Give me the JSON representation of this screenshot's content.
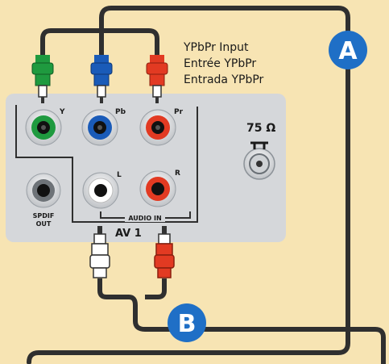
{
  "input_title": {
    "line1": "YPbPr Input",
    "line2": "Entrée YPbPr",
    "line3": "Entrada YPbPr"
  },
  "callouts": {
    "a": "A",
    "b": "B"
  },
  "jacks": {
    "y": "Y",
    "pb": "Pb",
    "pr": "Pr",
    "l": "L",
    "r": "R",
    "spdif_line1": "SPDIF",
    "spdif_line2": "OUT",
    "audio_in": "AUDIO IN",
    "av1": "AV 1",
    "antenna": "75 Ω"
  },
  "colors": {
    "background": "#f7e4b3",
    "panel": "#d5d7da",
    "cable": "#3a3a3a",
    "green": "#1f9a3f",
    "blue": "#1a5bb8",
    "red": "#e23a22",
    "white": "#ffffff",
    "callout": "#1f6fc6"
  },
  "icons": [
    "rca-plug-green",
    "rca-plug-blue",
    "rca-plug-red",
    "rca-plug-white",
    "antenna-coax-jack"
  ]
}
